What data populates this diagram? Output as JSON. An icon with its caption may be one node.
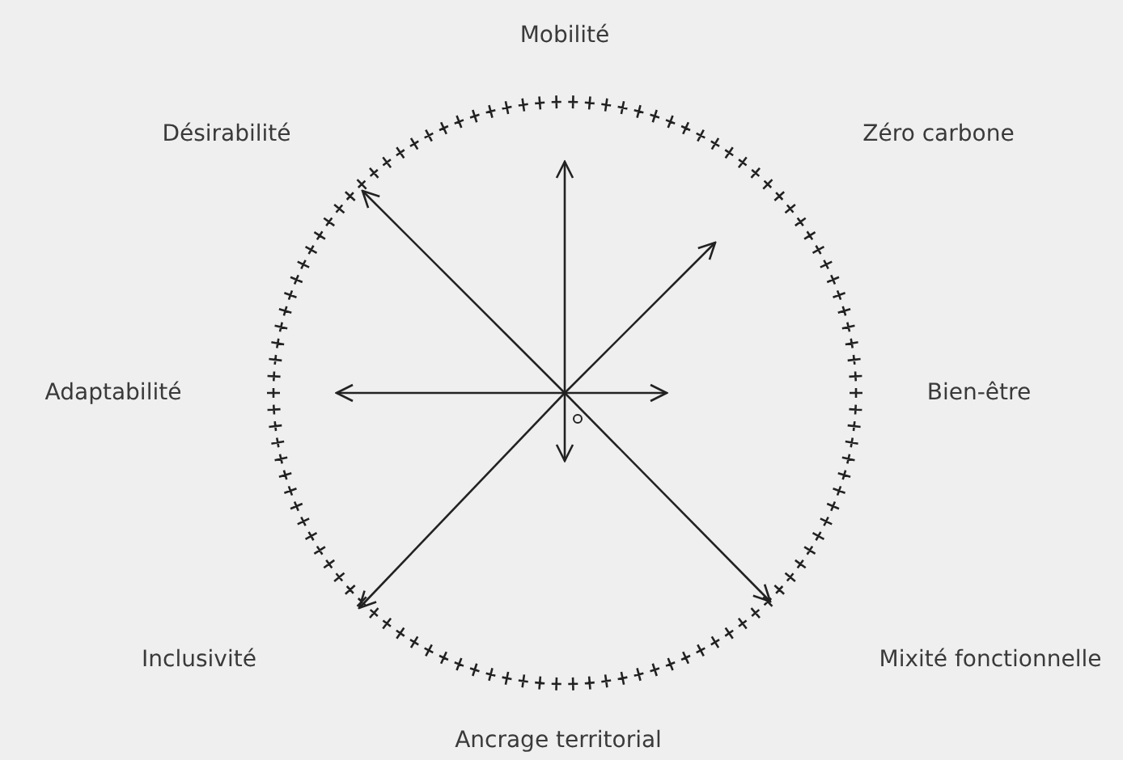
{
  "diagram": {
    "labels": [
      "Mobilité",
      "Désirabilité",
      "Zéro carbone",
      "Adaptabilité",
      "Bien-être",
      "Inclusivité",
      "Mixité fonctionnelle",
      "Ancrage territorial"
    ]
  }
}
